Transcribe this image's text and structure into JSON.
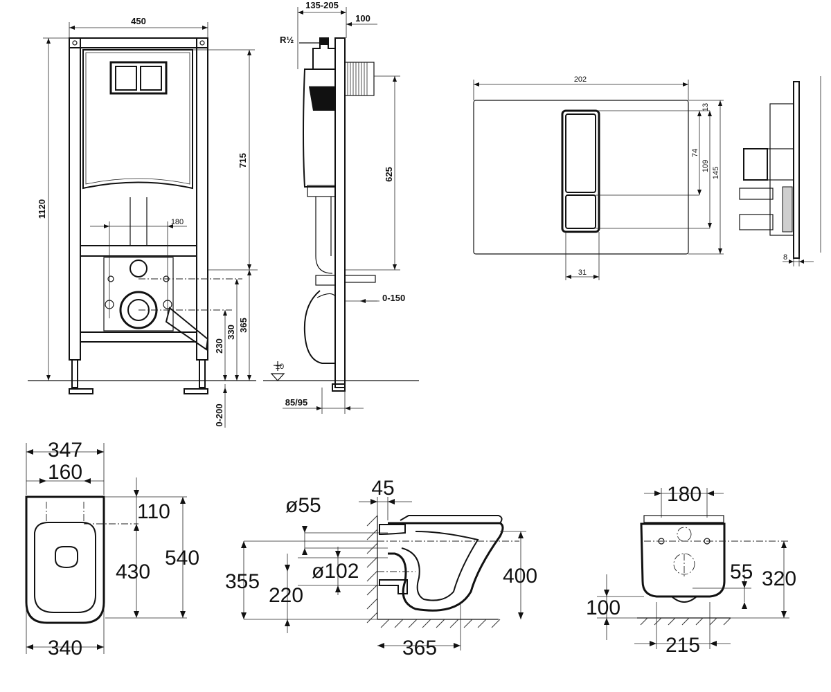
{
  "frame_front": {
    "width": "450",
    "height_total": "1120",
    "cistern_height": "715",
    "axis_spacing": "180",
    "outlet_height": "230",
    "inlet_height": "330",
    "stud_height": "365",
    "foot_adjust": "0-200"
  },
  "frame_side": {
    "depth_adjust": "135-205",
    "offset_top": "100",
    "thread": "R½",
    "height_mid": "625",
    "pipe_extension": "0-150",
    "floor_level": "±0",
    "base_depth": "85/95"
  },
  "flush_plate": {
    "width": "202",
    "top_margin": "13",
    "button_height": "74",
    "button_block": "109",
    "plate_height": "145",
    "button_width": "31",
    "thickness": "8"
  },
  "toilet_top": {
    "width_outer": "347",
    "bolt_spacing": "160",
    "bolt_offset": "110",
    "inner_length": "430",
    "total_length": "540",
    "width_bottom": "340"
  },
  "toilet_side": {
    "wall_gap": "45",
    "inlet_dia": "ø55",
    "outlet_dia": "ø102",
    "height_top": "355",
    "outlet_height": "220",
    "bowl_height": "400",
    "projection": "365"
  },
  "toilet_front": {
    "bolt_spacing": "180",
    "lower_offset": "55",
    "height": "320",
    "floor_clearance": "100",
    "base_width": "215"
  }
}
